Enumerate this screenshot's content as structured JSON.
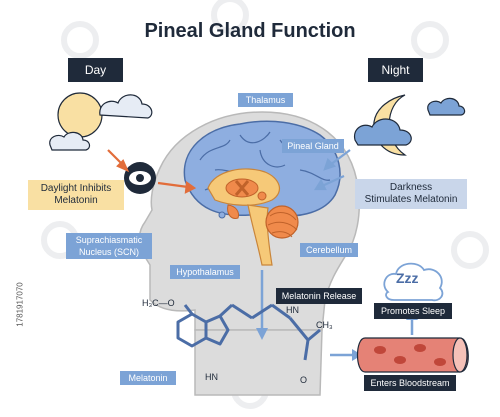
{
  "title": "Pineal Gland Function",
  "day_label": "Day",
  "night_label": "Night",
  "labels": {
    "thalamus": "Thalamus",
    "pineal_gland": "Pineal Gland",
    "daylight_line1": "Daylight Inhibits",
    "daylight_line2": "Melatonin",
    "darkness_line1": "Darkness",
    "darkness_line2": "Stimulates Melatonin",
    "scn_line1": "Suprachiasmatic",
    "scn_line2": "Nucleus (SCN)",
    "cerebellum": "Cerebellum",
    "hypothalamus": "Hypothalamus",
    "melatonin_release": "Melatonin Release",
    "promotes_sleep": "Promotes Sleep",
    "melatonin": "Melatonin",
    "enters_bloodstream": "Enters Bloodstream",
    "zzz": "Zzz"
  },
  "chemistry": {
    "methoxy": "H₃C—O",
    "acetyl": "CH₃",
    "nh": "HN",
    "amine": "HN",
    "oxygen": "O"
  },
  "side_id": "1781917070",
  "colors": {
    "dark_navy": "#1f2a3a",
    "label_blue": "#7ca3d6",
    "light_blue": "#c9d6ea",
    "sun_yellow": "#f9e0a3",
    "brain_blue": "#8eaee0",
    "accent_orange": "#f08a4b",
    "blood_red": "#e58276"
  }
}
